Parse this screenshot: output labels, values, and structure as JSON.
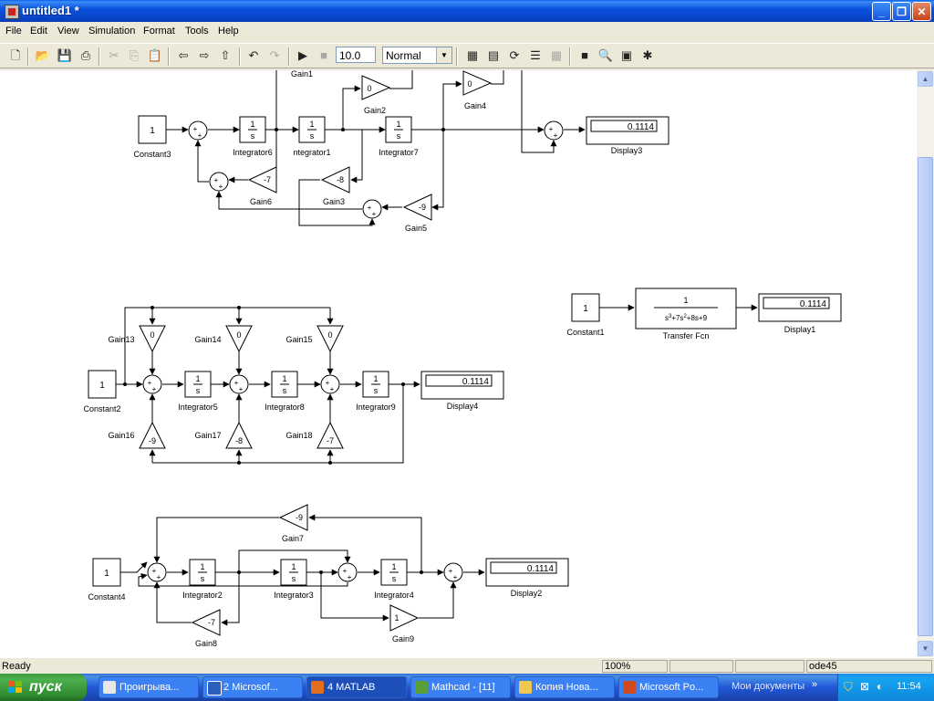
{
  "window": {
    "title": "untitled1 *"
  },
  "menu": [
    "File",
    "Edit",
    "View",
    "Simulation",
    "Format",
    "Tools",
    "Help"
  ],
  "toolbar": {
    "stop_time": "10.0",
    "sim_mode": "Normal"
  },
  "blocks": {
    "constant3": {
      "value": "1",
      "label": "Constant3"
    },
    "integrator6": {
      "label": "Integrator6"
    },
    "integrator1": {
      "label": "ntegrator1"
    },
    "integrator7": {
      "label": "Integrator7"
    },
    "gain1": {
      "label": "Gain1"
    },
    "gain2": {
      "value": "0",
      "label": "Gain2"
    },
    "gain4": {
      "value": "0",
      "label": "Gain4"
    },
    "gain6": {
      "value": "-7",
      "label": "Gain6"
    },
    "gain3": {
      "value": "-8",
      "label": "Gain3"
    },
    "gain5": {
      "value": "-9",
      "label": "Gain5"
    },
    "display3": {
      "value": "0.1114",
      "label": "Display3"
    },
    "constant1": {
      "value": "1",
      "label": "Constant1"
    },
    "transfer_fcn": {
      "num": "1",
      "label": "Transfer Fcn"
    },
    "display1": {
      "value": "0.1114",
      "label": "Display1"
    },
    "constant2": {
      "value": "1",
      "label": "Constant2"
    },
    "integrator5": {
      "label": "Integrator5"
    },
    "integrator8": {
      "label": "Integrator8"
    },
    "integrator9": {
      "label": "Integrator9"
    },
    "gain13": {
      "value": "0",
      "label": "Gain13"
    },
    "gain14": {
      "value": "0",
      "label": "Gain14"
    },
    "gain15": {
      "value": "0",
      "label": "Gain15"
    },
    "gain16": {
      "value": "-9",
      "label": "Gain16"
    },
    "gain17": {
      "value": "-8",
      "label": "Gain17"
    },
    "gain18": {
      "value": "-7",
      "label": "Gain18"
    },
    "display4": {
      "value": "0.1114",
      "label": "Display4"
    },
    "constant4": {
      "value": "1",
      "label": "Constant4"
    },
    "integrator2": {
      "label": "Integrator2"
    },
    "integrator3": {
      "label": "Integrator3"
    },
    "integrator4": {
      "label": "Integrator4"
    },
    "gain7": {
      "value": "-9",
      "label": "Gain7"
    },
    "gain8": {
      "value": "-7",
      "label": "Gain8"
    },
    "gain9": {
      "value": "1",
      "label": "Gain9"
    },
    "display2": {
      "value": "0.1114",
      "label": "Display2"
    }
  },
  "integrator_num": "1",
  "integrator_den": "s",
  "sum_sign": "+",
  "status": {
    "text": "Ready",
    "zoom": "100%",
    "solver": "ode45"
  },
  "taskbar": {
    "start": "пуск",
    "tasks": [
      "Проигрыва...",
      "2 Microsof...",
      "4 MATLAB",
      "Mathcad - [11]",
      "Копия Нова...",
      "Microsoft Po..."
    ],
    "tray_label": "Мои документы",
    "clock": "11:54"
  },
  "colors": {
    "titlebar": "#0a52dd",
    "taskbar": "#2157d7",
    "start_button": "#3c9a3c"
  }
}
